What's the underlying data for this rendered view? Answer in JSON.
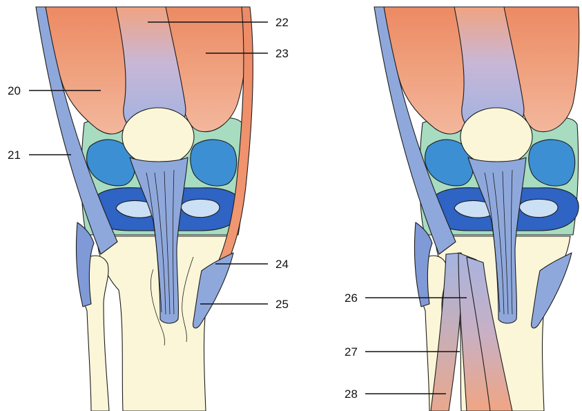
{
  "labels": {
    "l20": "20",
    "l21": "21",
    "l22": "22",
    "l23": "23",
    "l24": "24",
    "l25": "25",
    "l26": "26",
    "l27": "27",
    "l28": "28"
  },
  "colors": {
    "muscle_top": "#ec8a63",
    "muscle_mid": "#f2a27c",
    "tendon": "#8fa8dc",
    "tendon_dark": "#6f8fd0",
    "bone": "#fbf6d8",
    "cartilage_green": "#a7dcc1",
    "fat_pad_blue": "#3c8fd3",
    "meniscus_blue": "#2f63c4",
    "outline": "#1c1c1c"
  }
}
